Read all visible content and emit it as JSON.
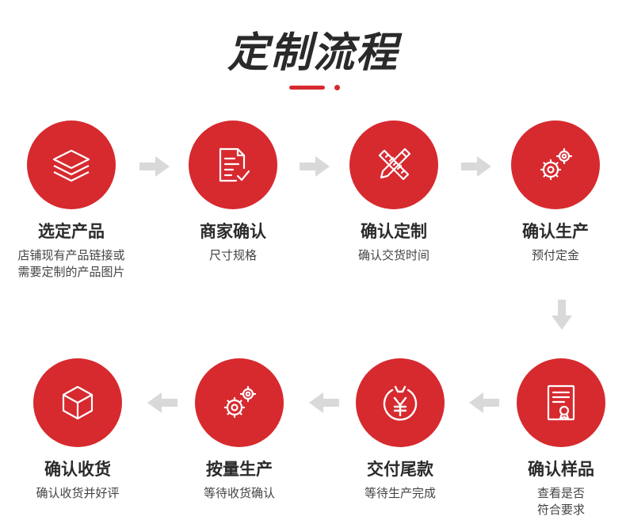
{
  "title": "定制流程",
  "accent_color": "#d62a2f",
  "arrow_color": "#d9d9d9",
  "steps": [
    {
      "label": "选定产品",
      "desc": [
        "店铺现有产品链接或",
        "需要定制的产品图片"
      ],
      "icon": "layers-icon"
    },
    {
      "label": "商家确认",
      "desc": [
        "尺寸规格"
      ],
      "icon": "document-check-icon"
    },
    {
      "label": "确认定制",
      "desc": [
        "确认交货时间"
      ],
      "icon": "pencil-ruler-icon"
    },
    {
      "label": "确认生产",
      "desc": [
        "预付定金"
      ],
      "icon": "gears-icon"
    },
    {
      "label": "确认样品",
      "desc": [
        "查看是否",
        "符合要求"
      ],
      "icon": "certificate-icon"
    },
    {
      "label": "交付尾款",
      "desc": [
        "等待生产完成"
      ],
      "icon": "yuan-coin-icon"
    },
    {
      "label": "按量生产",
      "desc": [
        "等待收货确认"
      ],
      "icon": "gears-icon"
    },
    {
      "label": "确认收货",
      "desc": [
        "确认收货并好评"
      ],
      "icon": "box-icon"
    }
  ]
}
